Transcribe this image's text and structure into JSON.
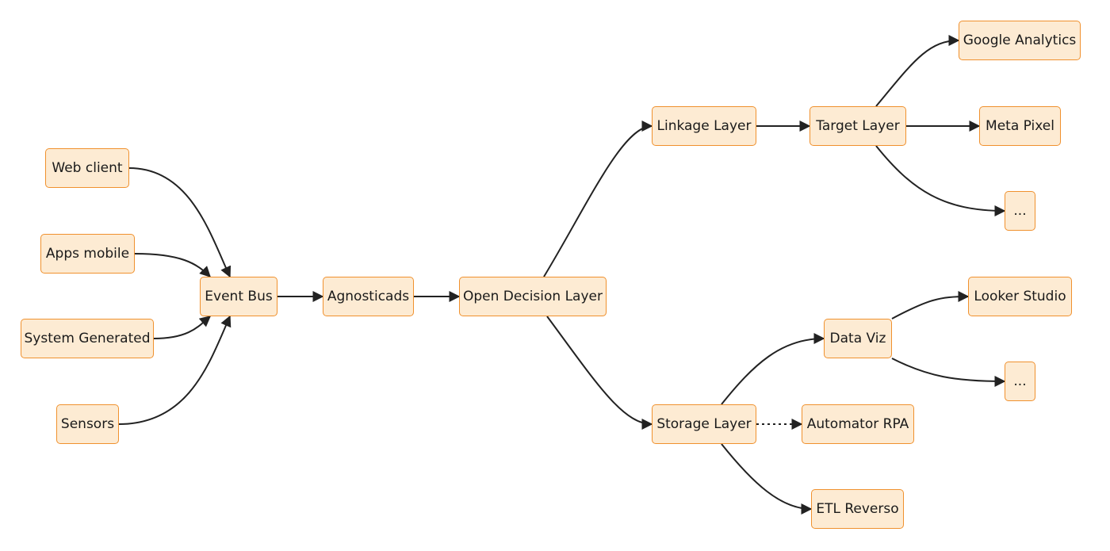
{
  "diagram": {
    "nodes": {
      "web_client": "Web client",
      "apps_mobile": "Apps mobile",
      "system_generated": "System Generated",
      "sensors": "Sensors",
      "event_bus": "Event Bus",
      "agnosticads": "Agnosticads",
      "open_decision_layer": "Open Decision Layer",
      "linkage_layer": "Linkage Layer",
      "target_layer": "Target Layer",
      "google_analytics": "Google Analytics",
      "meta_pixel": "Meta Pixel",
      "target_more": "...",
      "storage_layer": "Storage Layer",
      "data_viz": "Data Viz",
      "looker_studio": "Looker Studio",
      "dataviz_more": "...",
      "automator_rpa": "Automator RPA",
      "etl_reverso": "ETL Reverso"
    },
    "edges": [
      {
        "from": "web_client",
        "to": "event_bus",
        "style": "solid"
      },
      {
        "from": "apps_mobile",
        "to": "event_bus",
        "style": "solid"
      },
      {
        "from": "system_generated",
        "to": "event_bus",
        "style": "solid"
      },
      {
        "from": "sensors",
        "to": "event_bus",
        "style": "solid"
      },
      {
        "from": "event_bus",
        "to": "agnosticads",
        "style": "solid"
      },
      {
        "from": "agnosticads",
        "to": "open_decision_layer",
        "style": "solid"
      },
      {
        "from": "open_decision_layer",
        "to": "linkage_layer",
        "style": "solid"
      },
      {
        "from": "open_decision_layer",
        "to": "storage_layer",
        "style": "solid"
      },
      {
        "from": "linkage_layer",
        "to": "target_layer",
        "style": "solid"
      },
      {
        "from": "target_layer",
        "to": "google_analytics",
        "style": "solid"
      },
      {
        "from": "target_layer",
        "to": "meta_pixel",
        "style": "solid"
      },
      {
        "from": "target_layer",
        "to": "target_more",
        "style": "solid"
      },
      {
        "from": "storage_layer",
        "to": "data_viz",
        "style": "solid"
      },
      {
        "from": "storage_layer",
        "to": "automator_rpa",
        "style": "dotted"
      },
      {
        "from": "storage_layer",
        "to": "etl_reverso",
        "style": "solid"
      },
      {
        "from": "data_viz",
        "to": "looker_studio",
        "style": "solid"
      },
      {
        "from": "data_viz",
        "to": "dataviz_more",
        "style": "solid"
      }
    ],
    "colors": {
      "node_fill": "#fdebd3",
      "node_border": "#f0912e",
      "edge": "#222222",
      "text": "#1a1a1a"
    }
  }
}
